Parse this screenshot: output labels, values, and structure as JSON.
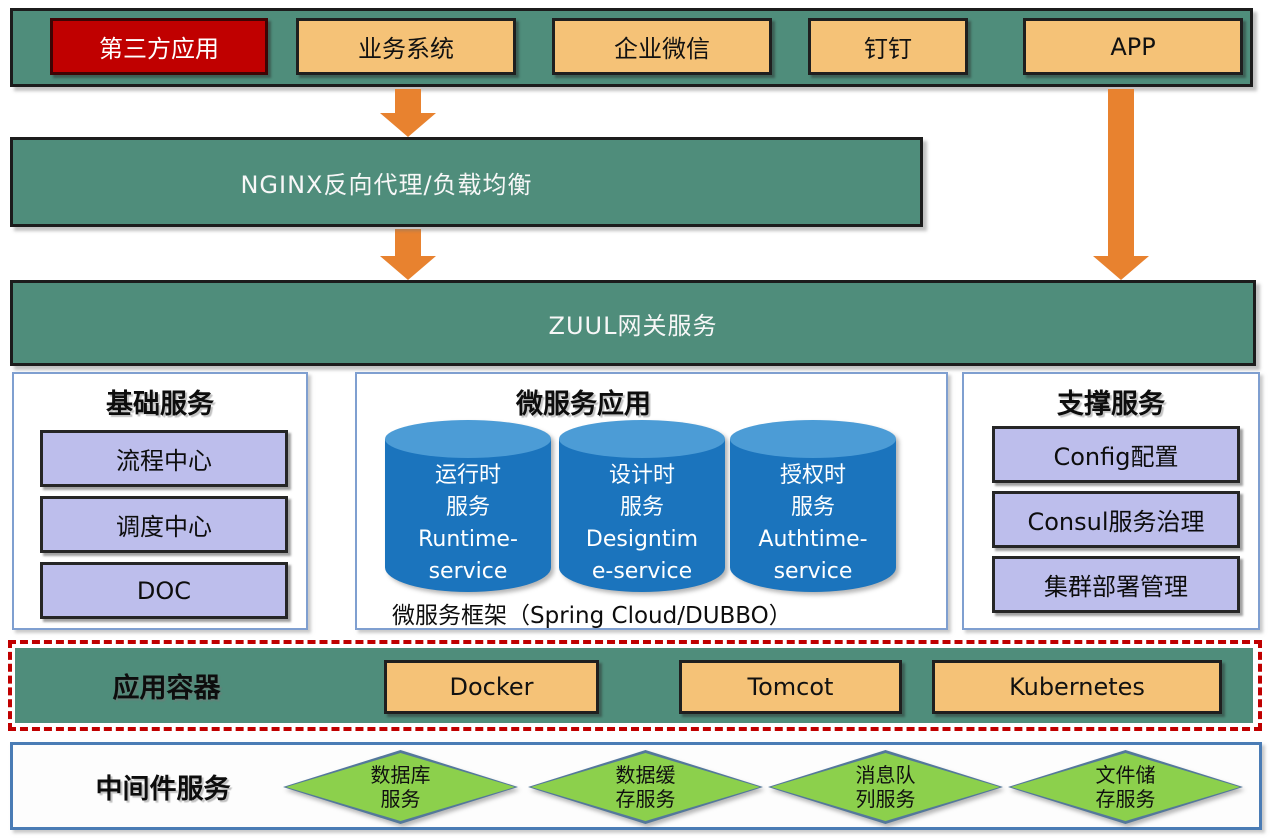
{
  "top_bar": {
    "items": [
      {
        "label": "第三方应用"
      },
      {
        "label": "业务系统"
      },
      {
        "label": "企业微信"
      },
      {
        "label": "钉钉"
      },
      {
        "label": "APP"
      }
    ]
  },
  "nginx_bar": {
    "label": "NGINX反向代理/负载均衡"
  },
  "zuul_bar": {
    "label": "ZUUL网关服务"
  },
  "panels": {
    "basic": {
      "title": "基础服务",
      "items": [
        {
          "label": "流程中心"
        },
        {
          "label": "调度中心"
        },
        {
          "label": "DOC"
        }
      ]
    },
    "micro": {
      "title": "微服务应用",
      "cylinders": [
        {
          "lines": [
            "运行时",
            "服务",
            "Runtime-",
            "service"
          ]
        },
        {
          "lines": [
            "设计时",
            "服务",
            "Designtim",
            "e-service"
          ]
        },
        {
          "lines": [
            "授权时",
            "服务",
            "Authtime-",
            "service"
          ]
        }
      ],
      "caption": "微服务框架（Spring Cloud/DUBBO）"
    },
    "support": {
      "title": "支撑服务",
      "items": [
        {
          "label": "Config配置"
        },
        {
          "label": "Consul服务治理"
        },
        {
          "label": "集群部署管理"
        }
      ]
    }
  },
  "container_row": {
    "title": "应用容器",
    "items": [
      {
        "label": "Docker"
      },
      {
        "label": "Tomcot"
      },
      {
        "label": "Kubernetes"
      }
    ]
  },
  "middleware_row": {
    "title": "中间件服务",
    "diamonds": [
      {
        "line1": "数据库",
        "line2": "服务"
      },
      {
        "line1": "数据缓",
        "line2": "存服务"
      },
      {
        "line1": "消息队",
        "line2": "列服务"
      },
      {
        "line1": "文件储",
        "line2": "存服务"
      }
    ]
  },
  "colors": {
    "teal": "#4F8D7B",
    "chip_orange": "#F5C277",
    "alert_red": "#C00000",
    "arrow_orange": "#E8822F",
    "lavender": "#BDBEEC",
    "cylinder_blue": "#1B74BD",
    "cylinder_top_blue": "#4C9CD6",
    "diamond_green": "#8CD04C",
    "diamond_border": "#54789B",
    "panel_border_blue": "#7F9FD0",
    "bottom_border_blue": "#4A7CB5",
    "dashed_border_red": "#C00000"
  }
}
